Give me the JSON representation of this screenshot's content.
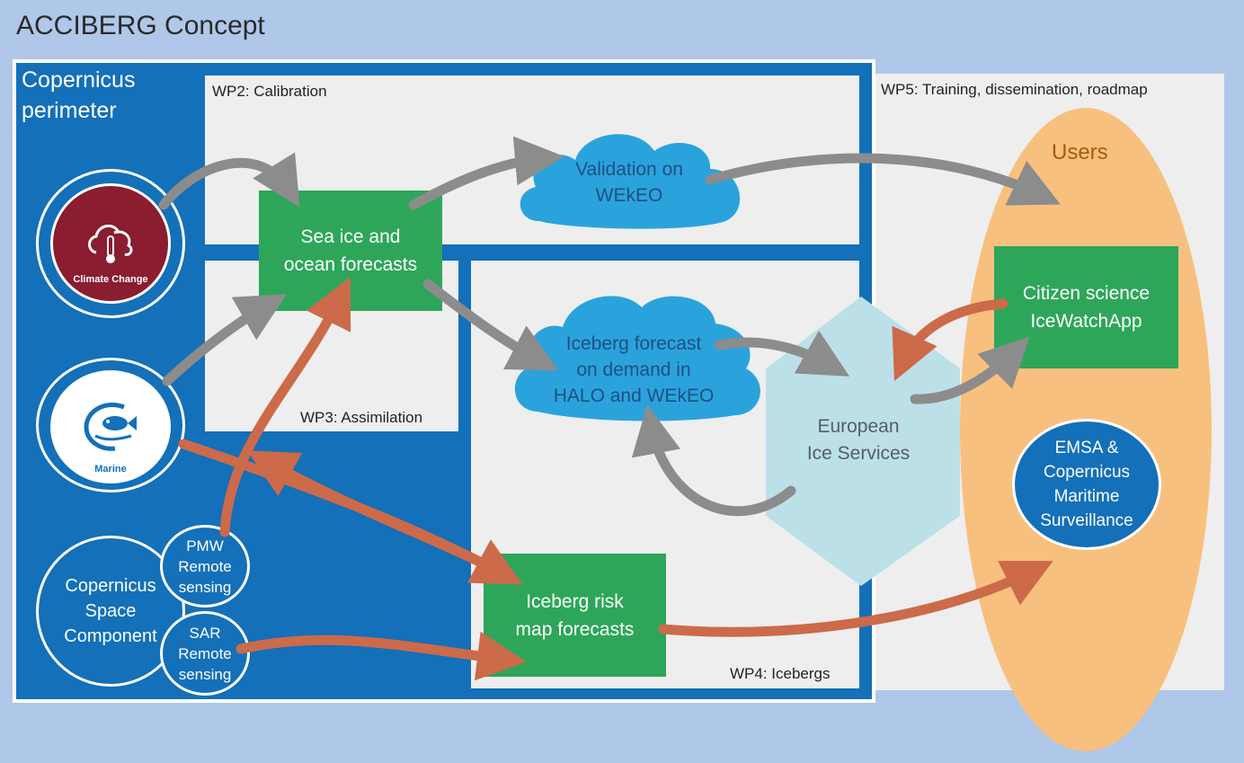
{
  "title": "ACCIBERG Concept",
  "perimeter": {
    "label_line1": "Copernicus",
    "label_line2": "perimeter"
  },
  "work_packages": {
    "wp2": "WP2: Calibration",
    "wp3": "WP3: Assimilation",
    "wp4": "WP4: Icebergs",
    "wp5": "WP5: Training, dissemination, roadmap"
  },
  "sources": {
    "climate_change": "Climate Change",
    "marine": "Marine",
    "space_component": [
      "Copernicus",
      "Space",
      "Component"
    ],
    "pmw": [
      "PMW",
      "Remote",
      "sensing"
    ],
    "sar": [
      "SAR",
      "Remote",
      "sensing"
    ]
  },
  "boxes": {
    "sea_ice": [
      "Sea ice and",
      "ocean forecasts"
    ],
    "risk_map": [
      "Iceberg risk",
      "map forecasts"
    ],
    "citizen": [
      "Citizen science",
      "IceWatchApp"
    ]
  },
  "clouds": {
    "validation": [
      "Validation on",
      "WEkEO"
    ],
    "iceberg_forecast": [
      "Iceberg forecast",
      "on demand in",
      "HALO and WEkEO"
    ]
  },
  "european_ice_services": [
    "European",
    "Ice Services"
  ],
  "users": {
    "label": "Users",
    "emsa": [
      "EMSA &",
      "Copernicus",
      "Maritime",
      "Surveillance"
    ]
  },
  "colors": {
    "background": "#afc7e8",
    "copernicus_blue": "#1470b8",
    "panel_grey": "#eeeeee",
    "green": "#2ea65a",
    "cloud_blue": "#2aa3dd",
    "hexagon": "#bce0e8",
    "users_orange": "#f8c07e",
    "arrow_grey": "#8c8c8c",
    "arrow_orange": "#cc6a4a",
    "climate_red": "#8a1d30"
  },
  "icons": [
    "cloud-thermometer-icon",
    "fish-icon"
  ]
}
